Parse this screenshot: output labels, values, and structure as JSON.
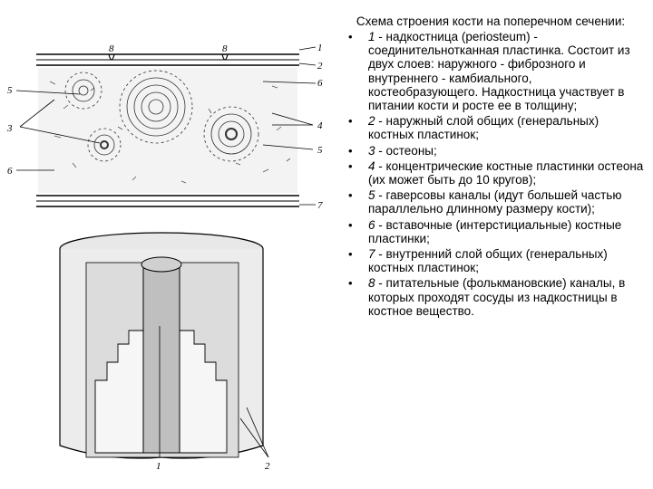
{
  "heading": "Схема строения кости на поперечном сечении:",
  "items": [
    {
      "num": "1",
      "text": " - надкостница (periosteum) - соединительнотканная пластинка. Состоит из двух слоев: наружного - фиброзного и внутреннего - камбиального, костеобразующего. Надкостница участвует в питании кости и росте ее в толщину;"
    },
    {
      "num": "2",
      "text": " - наружный слой общих (генеральных) костных пластинок;"
    },
    {
      "num": "3",
      "text": " - остеоны;"
    },
    {
      "num": "4",
      "text": " - концентрические костные пластинки остеона (их может быть до 10 кругов);"
    },
    {
      "num": "5",
      "text": " - гаверсовы каналы (идут большей частью параллельно длинному размеру кости);"
    },
    {
      "num": "6",
      "text": " - вставочные (интерстициальные) костные пластинки;"
    },
    {
      "num": "7",
      "text": " - внутренний слой общих (генеральных) костных пластинок;"
    },
    {
      "num": "8",
      "text": " - питательные (фолькмановские) каналы, в которых проходят сосуды из надкостницы в костное вещество."
    }
  ],
  "bullet": "•",
  "figure_labels": {
    "top": [
      "1",
      "2",
      "6",
      "4",
      "5",
      "7",
      "8",
      "8"
    ],
    "left": [
      "5",
      "3",
      "6"
    ],
    "bottom": [
      "1",
      "2"
    ]
  }
}
